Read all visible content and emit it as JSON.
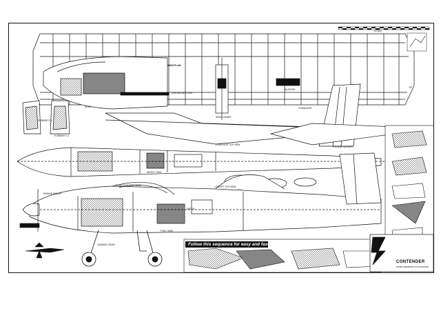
{
  "plan": {
    "title": "CONTENDER",
    "subtitle": "SPORT AEROBATIC PYLON RACER",
    "banner": "Follow this sequence for easy and fast building",
    "views": {
      "wing_plan": "WING PLAN",
      "fuselage_top": "FUSELAGE TOP VIEW",
      "fuselage_side": "FUSELAGE SIDE VIEW",
      "canopy": "CANOPY TOP VIEW",
      "stab": "STABILIZER",
      "fin": "FIN AND RUDDER",
      "engine_mount": "ENGINE MOUNT",
      "landing_gear": "LANDING GEAR",
      "former_f1": "FORMER F-1",
      "former_f2": "FORMER F-2",
      "hatch": "HATCH",
      "fuel_tank": "FUEL TANK",
      "servo_tray": "SERVO TRAY",
      "wing_joiner": "WING JOINER",
      "aileron": "AILERON"
    },
    "notes": {
      "wing_tip": "TIP",
      "center": "CENTER SECTION",
      "spar": "SPAR",
      "scale": "SCALE"
    }
  }
}
